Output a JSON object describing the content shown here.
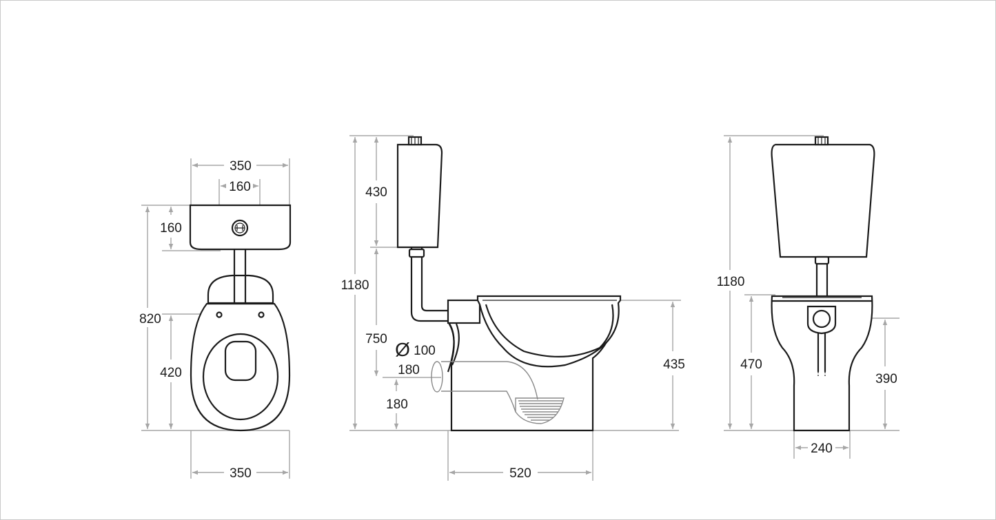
{
  "colors": {
    "outline": "#1a1a1a",
    "dimension_line": "#a6a6a6",
    "background": "#ffffff"
  },
  "views": {
    "top": {
      "width_total": "350",
      "button_offset": "160",
      "tank_depth": "160",
      "overall_depth": "820",
      "seat_depth": "420",
      "width_bottom": "350"
    },
    "side": {
      "height_total": "1180",
      "tank_height": "430",
      "outlet_height": "750",
      "pipe_diameter": "100",
      "outlet_center": "180",
      "outlet_floor": "180",
      "bowl_height": "435",
      "base_length": "520",
      "diameter_symbol": "Ø"
    },
    "front": {
      "height_total": "1180",
      "inlet_height": "470",
      "outlet_height": "390",
      "base_width": "240"
    }
  }
}
